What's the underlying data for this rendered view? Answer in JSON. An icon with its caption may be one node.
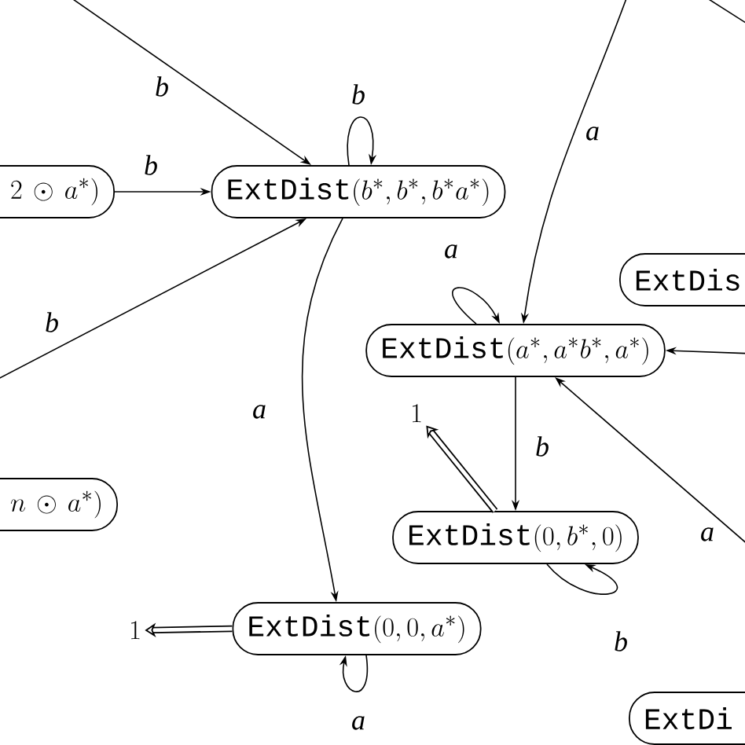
{
  "diagram": {
    "nodes": [
      {
        "text": [
          "2\\odot a^*)"
        ]
      },
      {
        "text": [
          "\\texttt{ExtDist}(b^*,b^*,b^*a^*)"
        ]
      },
      {
        "text": [
          "\\texttt{ExtDist}(a^*,a^*b^*,a^*)"
        ]
      },
      {
        "text": [
          "\\texttt{ExtDis}"
        ]
      },
      {
        "text": [
          "n\\odot a^*)"
        ]
      },
      {
        "text": [
          "\\texttt{ExtDist}(0,b^*,0)"
        ]
      },
      {
        "text": [
          "\\texttt{ExtDist}(0,0,a^*)"
        ]
      },
      {
        "text": [
          "\\texttt{ExtDi}"
        ]
      },
      {
        "text": [
          "1"
        ]
      },
      {
        "text": [
          "1"
        ]
      }
    ],
    "edges": [
      {
        "from": null,
        "to": 1,
        "arrow": "to",
        "label": "b"
      },
      {
        "from": 0,
        "to": 1,
        "arrow": "to",
        "label": "b"
      },
      {
        "from": 1,
        "to": 1,
        "arrow": "to",
        "label": "b"
      },
      {
        "from": null,
        "to": 1,
        "arrow": "to",
        "label": "b"
      },
      {
        "from": 1,
        "to": 6,
        "arrow": "to",
        "label": "a"
      },
      {
        "from": null,
        "to": 2,
        "arrow": "to",
        "label": "a"
      },
      {
        "from": 2,
        "to": 2,
        "arrow": "to",
        "label": "a"
      },
      {
        "from": null,
        "to": 2,
        "arrow": "to"
      },
      {
        "from": 2,
        "to": 5,
        "arrow": "to",
        "label": "b"
      },
      {
        "from": null,
        "to": 2,
        "arrow": "to",
        "label": "a"
      },
      {
        "from": 5,
        "to": 8,
        "arrow": "to",
        "style": "thick"
      },
      {
        "from": 5,
        "to": 5,
        "arrow": "to",
        "label": "b"
      },
      {
        "from": 6,
        "to": 9,
        "arrow": "to",
        "style": "thick"
      },
      {
        "from": 6,
        "to": 6,
        "arrow": "to",
        "label": "a"
      }
    ]
  }
}
